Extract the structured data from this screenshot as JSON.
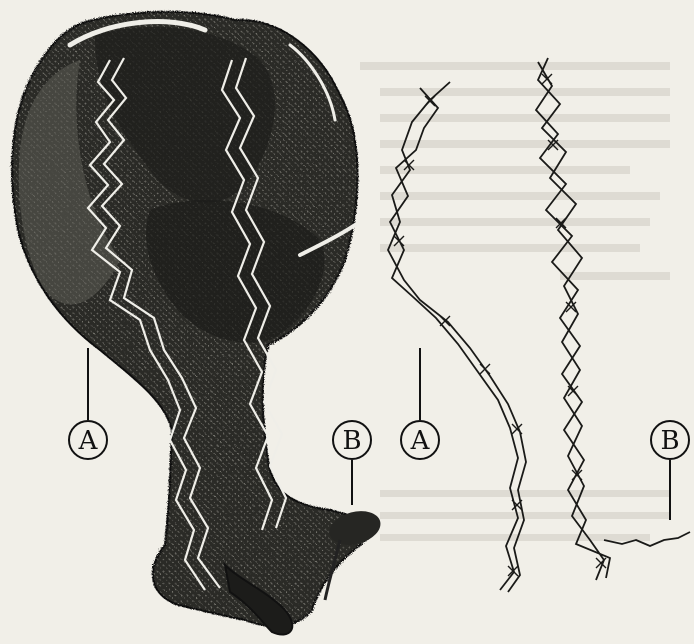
{
  "callouts": [
    {
      "id": "A-left",
      "letter": "A"
    },
    {
      "id": "B-left",
      "letter": "B"
    },
    {
      "id": "A-right",
      "letter": "A"
    },
    {
      "id": "B-right",
      "letter": "B"
    }
  ],
  "colors": {
    "paper": "#f1efe8",
    "ink": "#1c1c1a",
    "shade": "#3a3a36",
    "chain": "#1a1a18",
    "ground_fiber": "#efeee8"
  }
}
